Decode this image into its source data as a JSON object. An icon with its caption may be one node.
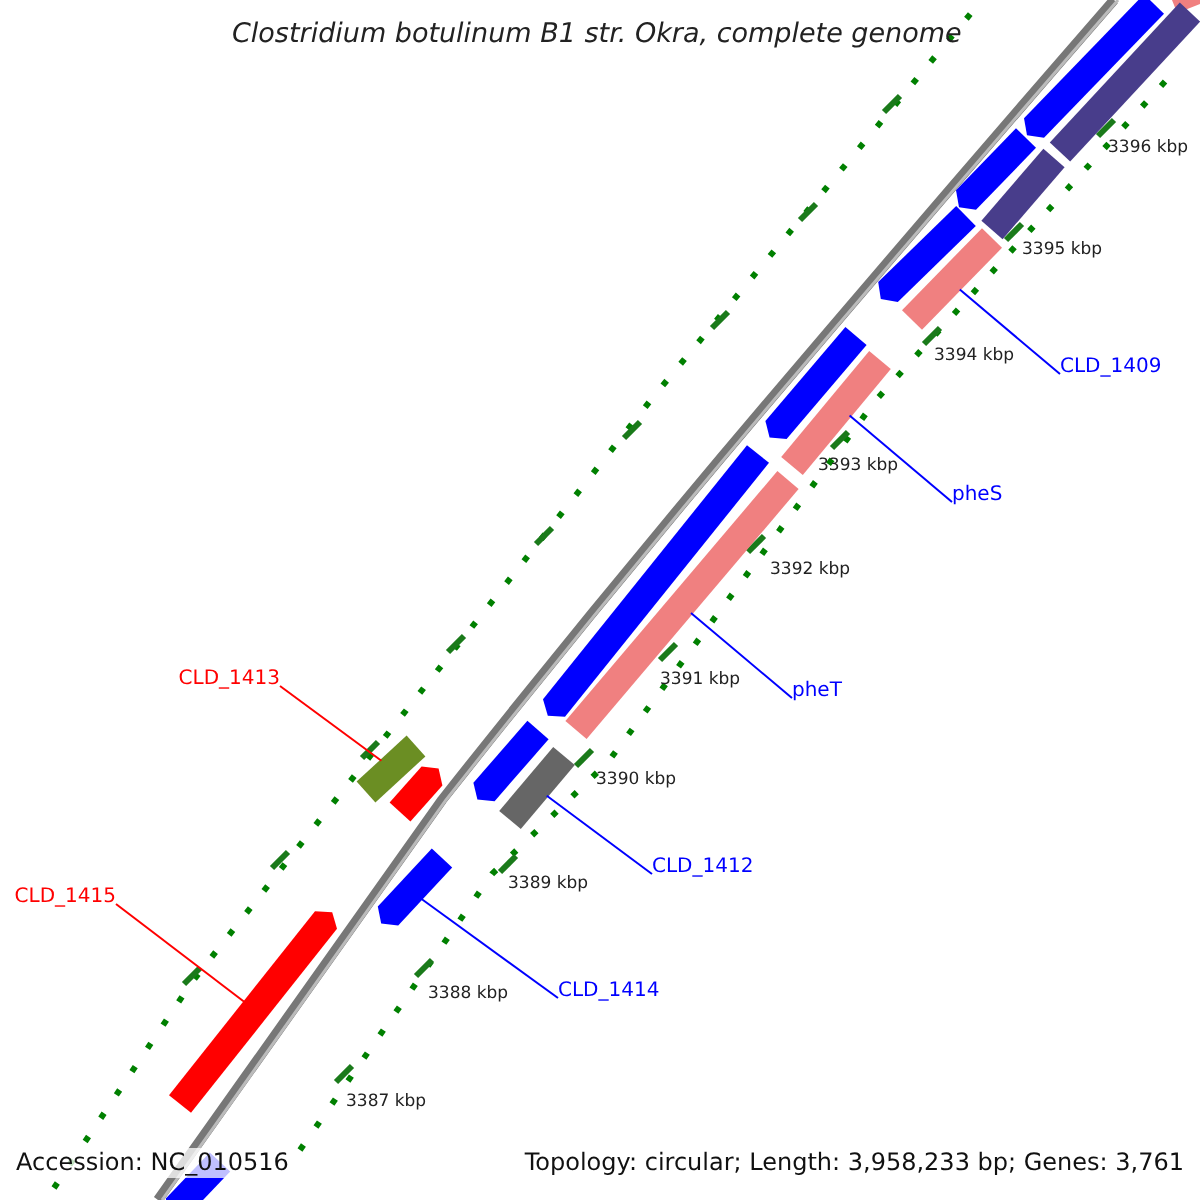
{
  "diagram": {
    "title": "Clostridium botulinum B1 str. Okra, complete genome",
    "nodes": [
      {
        "text": [
          "CLD_1409"
        ]
      },
      {
        "text": [
          "pheS"
        ]
      },
      {
        "text": [
          "pheT"
        ]
      },
      {
        "text": [
          "CLD_1413"
        ]
      },
      {
        "text": [
          "CLD_1412"
        ]
      },
      {
        "text": [
          "CLD_1415"
        ]
      },
      {
        "text": [
          "CLD_1414"
        ]
      },
      {
        "text": [],
        "shape": "bar"
      },
      {
        "text": [],
        "shape": "bar"
      },
      {
        "text": [],
        "shape": "bar"
      },
      {
        "text": [],
        "shape": "bar"
      },
      {
        "text": [],
        "shape": "bar"
      },
      {
        "text": [],
        "shape": "bar"
      },
      {
        "text": [],
        "shape": "bar"
      },
      {
        "text": [],
        "shape": "bar"
      },
      {
        "text": [],
        "shape": "bar"
      },
      {
        "text": [],
        "shape": "bar"
      },
      {
        "text": [],
        "shape": "bar"
      },
      {
        "text": [],
        "shape": "bar"
      },
      {
        "text": [],
        "shape": "bar"
      },
      {
        "text": [],
        "shape": "bar"
      },
      {
        "text": [],
        "shape": "bar"
      },
      {
        "text": [],
        "shape": "bar"
      },
      {
        "text": [],
        "shape": "bar"
      },
      {
        "text": [],
        "shape": "bar"
      }
    ],
    "edges": [
      {
        "from": 0,
        "to": 13,
        "arrow": "none"
      },
      {
        "from": 1,
        "to": 15,
        "arrow": "none"
      },
      {
        "from": 2,
        "to": 17,
        "arrow": "none"
      },
      {
        "from": 3,
        "to": 19,
        "arrow": "none",
        "color": "#ff0000"
      },
      {
        "from": 4,
        "to": 21,
        "arrow": "none"
      },
      {
        "from": 5,
        "to": 23,
        "arrow": "none",
        "color": "#ff0000"
      },
      {
        "from": 6,
        "to": 22,
        "arrow": "none"
      }
    ],
    "labels": [
      "3396 kbp",
      "3395 kbp",
      "3394 kbp",
      "3393 kbp",
      "3392 kbp",
      "3391 kbp",
      "3390 kbp",
      "3389 kbp",
      "3388 kbp",
      "3387 kbp",
      "Accession: NC_010516",
      "Topology: circular; Length: 3,958,233 bp; Genes: 3,761"
    ]
  }
}
